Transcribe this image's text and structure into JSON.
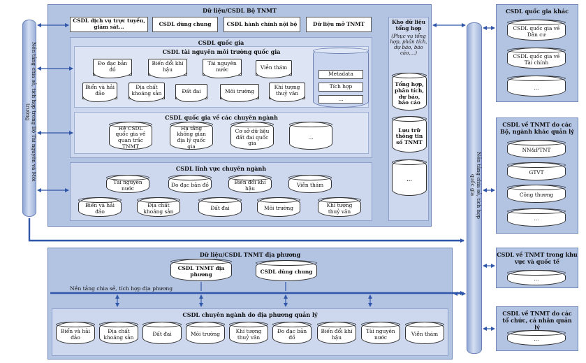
{
  "central": {
    "title": "Dữ liệu/CSDL Bộ TNMT",
    "top_boxes": [
      "CSDL dịch vụ trực tuyến, giám sát...",
      "CSDL dùng chung",
      "CSDL hành chính nội bộ",
      "Dữ liệu mở TNMT"
    ],
    "national": {
      "title": "CSDL quốc gia",
      "env": {
        "title": "CSDL tài nguyên môi trường quốc gia",
        "row1": [
          "Đo đạc bản đồ",
          "Biến đổi khí hậu",
          "Tài nguyên nước",
          "Viễn thám"
        ],
        "row2": [
          "Biển và hải đảo",
          "Địa chất khoáng sản",
          "Đất đai",
          "Môi trường",
          "Khí tượng thuỷ văn"
        ],
        "meta": [
          "Metadata",
          "Tích hợp",
          "..."
        ]
      },
      "specialized": {
        "title": "CSDL quốc gia về các chuyên ngành",
        "items": [
          "Hệ CSDL quốc gia về quan trắc TNMT",
          "Hạ tầng không gian địa lý quốc gia",
          "Cơ sở dữ liệu đất đai quốc gia",
          "..."
        ]
      }
    },
    "field": {
      "title": "CSDL lĩnh vực chuyên ngành",
      "row1": [
        "Tài nguyên nước",
        "Đo đạc bản đồ",
        "Biến đổi khí hậu",
        "Viễn thám"
      ],
      "row2": [
        "Biển và hải đảo",
        "Địa chất khoáng sản",
        "Đất đai",
        "Môi trường",
        "Khí tượng thuỷ văn"
      ]
    },
    "warehouse": {
      "title": "Kho dữ liệu tổng hợp",
      "subtitle": "(Phục vụ tổng hợp, phân tích, dự báo, báo cáo,...)",
      "items": [
        "Tổng hợp, phân tích, dự báo, báo cáo",
        "Lưu trữ thông tin số TNMT",
        "..."
      ]
    }
  },
  "left_platform": "Nền tảng chia sẻ, tích hợp trong Bộ Tài nguyên và Môi trường",
  "right_platform": "Nền tảng chia sẻ, tích hợp quốc gia",
  "local": {
    "title": "Dữ liệu/CSDL TNMT địa phương",
    "top": [
      "CSDL TNMT địa phương",
      "CSDL dùng chung"
    ],
    "platform": "Nền tảng chia sẻ, tích hợp địa phương",
    "spec_title": "CSDL chuyên ngành do địa phương quản lý",
    "items": [
      "Biển và hải đảo",
      "Địa chất khoáng sản",
      "Đất đai",
      "Môi trường",
      "Khí tượng thuỷ văn",
      "Đo đạc bản đồ",
      "Biến đổi khí hậu",
      "Tài nguyên nước",
      "Viễn thám"
    ]
  },
  "right": {
    "other_national": {
      "title": "CSDL quốc gia khác",
      "items": [
        "CSDL quốc gia về Dân cư",
        "CSDL quốc gia về Tài chính",
        "..."
      ]
    },
    "ministries": {
      "title": "CSDL về TNMT do các Bộ, ngành khác quản lý",
      "items": [
        "NN&PTNT",
        "GTVT",
        "Công thương",
        "..."
      ]
    },
    "regional": {
      "title": "CSDL về TNMT trong khu vực và quốc tế",
      "items": [
        "..."
      ]
    },
    "orgs": {
      "title": "CSDL về TNMT do các tổ chức, cá nhân quản lý",
      "items": [
        "..."
      ]
    }
  },
  "colors": {
    "panel": "#b3c3e2",
    "arrow": "#2f56a8",
    "inner": "#cdd8ee"
  }
}
